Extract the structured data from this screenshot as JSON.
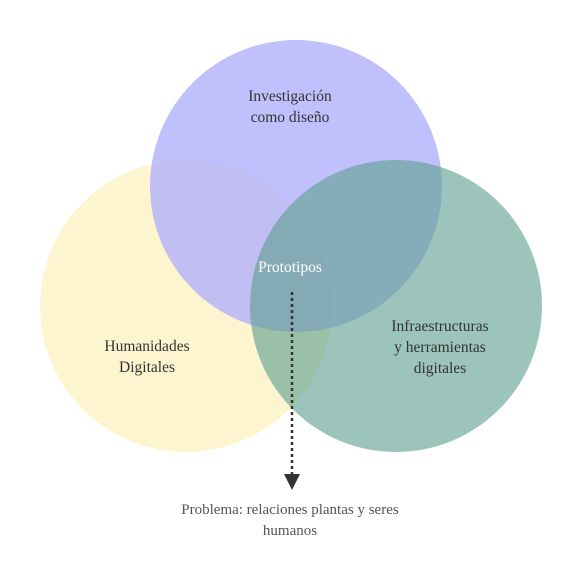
{
  "diagram": {
    "type": "venn",
    "sets": [
      {
        "id": "top",
        "label": "Investigación\ncomo diseño",
        "color": "#b8b8fb"
      },
      {
        "id": "left",
        "label": "Humanidades\nDigitales",
        "color": "#fdf3c7"
      },
      {
        "id": "right",
        "label": "Infraestructuras\ny herramientas\ndigitales",
        "color": "#9ec8bf"
      }
    ],
    "intersection_label": "Prototipos",
    "arrow_target_label": "Problema: relaciones plantas y seres\nhumanos",
    "arrow_color": "#333333"
  }
}
